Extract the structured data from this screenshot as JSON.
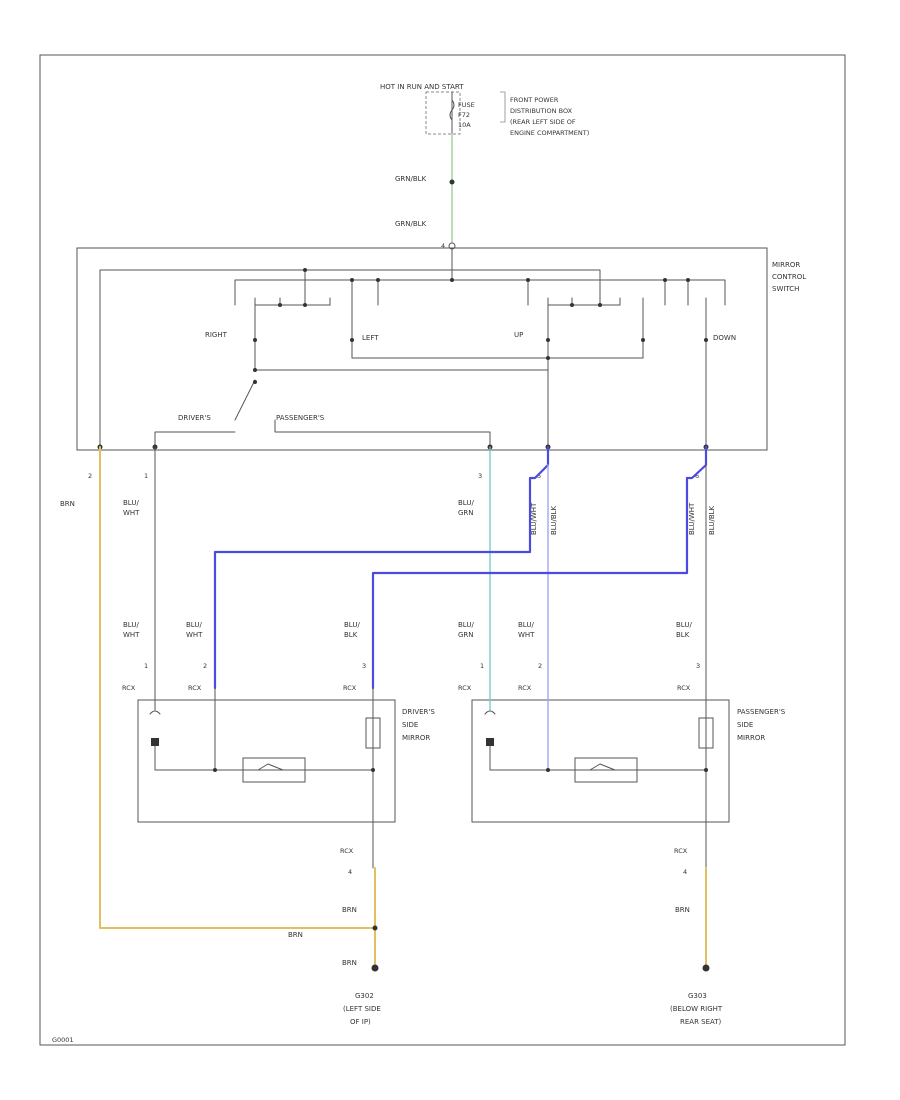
{
  "colors": {
    "outline": "#555555",
    "wire_black": "#555555",
    "wire_green": "#9fd59f",
    "wire_blue": "#4b4be0",
    "wire_violet": "#a6a6f2",
    "wire_teal": "#6fc9c9",
    "wire_brown_yellow": "#e0c060"
  },
  "power": {
    "hot_label": "HOT IN RUN AND START",
    "fuse_label": "FUSE",
    "fuse_number": "F72",
    "fuse_rating": "10A",
    "fuse_location_1": "FRONT POWER",
    "fuse_location_2": "DISTRIBUTION BOX",
    "fuse_location_3": "(REAR LEFT SIDE OF",
    "fuse_location_4": "ENGINE COMPARTMENT)",
    "wire_upper": "GRN/BLK",
    "wire_lower": "GRN/BLK",
    "pin_top": "4"
  },
  "switch": {
    "name_1": "MIRROR",
    "name_2": "CONTROL",
    "name_3": "SWITCH",
    "pos_right": "RIGHT",
    "pos_left": "LEFT",
    "pos_up": "UP",
    "pos_down": "DOWN",
    "sel_driver": "DRIVER'S",
    "sel_passenger": "PASSENGER'S",
    "pins": [
      "2",
      "1",
      "3",
      "5",
      "6"
    ]
  },
  "wires_mid": {
    "brn": "BRN",
    "blu_wht_1": "BLU/",
    "blu_wht_2": "WHT",
    "blu_grn_1": "BLU/",
    "blu_grn_2": "GRN",
    "blu_wht_v": "BLU/WHT",
    "blu_blk_v": "BLU/BLK",
    "blu_wht_v2": "BLU/WHT",
    "blu_blk_v2": "BLU/BLK"
  },
  "mirror_left": {
    "title_1": "DRIVER'S",
    "title_2": "SIDE",
    "title_3": "MIRROR",
    "w1a": "BLU/",
    "w1b": "WHT",
    "w2a": "BLU/",
    "w2b": "WHT",
    "w3a": "BLU/",
    "w3b": "BLK",
    "p1": "1",
    "p2": "2",
    "p3": "3",
    "conn": "RCX",
    "lower_conn": "RCX",
    "lower_pin": "4",
    "lower_wire": "BRN",
    "splice_wire": "BRN",
    "ground_wire": "BRN",
    "ground_id": "G302",
    "ground_loc_1": "(LEFT SIDE",
    "ground_loc_2": "OF IP)"
  },
  "mirror_right": {
    "title_1": "PASSENGER'S",
    "title_2": "SIDE",
    "title_3": "MIRROR",
    "w1a": "BLU/",
    "w1b": "GRN",
    "w2a": "BLU/",
    "w2b": "WHT",
    "w3a": "BLU/",
    "w3b": "BLK",
    "p1": "1",
    "p2": "2",
    "p3": "3",
    "conn": "RCX",
    "lower_conn": "RCX",
    "lower_pin": "4",
    "lower_wire": "BRN",
    "ground_id": "G303",
    "ground_loc_1": "(BELOW RIGHT",
    "ground_loc_2": "REAR SEAT)"
  },
  "footer": {
    "code": "G0001"
  }
}
